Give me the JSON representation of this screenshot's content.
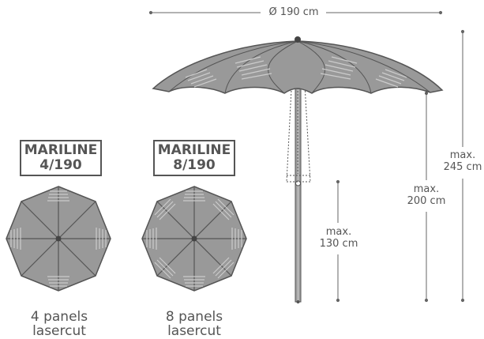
{
  "dimensions": {
    "diameter": "Ø 190 cm",
    "height_max": [
      "max.",
      "245 cm"
    ],
    "handle_max": [
      "max.",
      "200 cm"
    ],
    "crank_max": [
      "max.",
      "130 cm"
    ]
  },
  "models": [
    {
      "name_line1": "MARILINE",
      "name_line2": "4/190",
      "caption_line1": "4 panels",
      "caption_line2": "lasercut"
    },
    {
      "name_line1": "MARILINE",
      "name_line2": "8/190",
      "caption_line1": "8 panels",
      "caption_line2": "lasercut"
    }
  ],
  "colors": {
    "canopy": "#999999",
    "outline": "#555555",
    "line": "#666666"
  }
}
